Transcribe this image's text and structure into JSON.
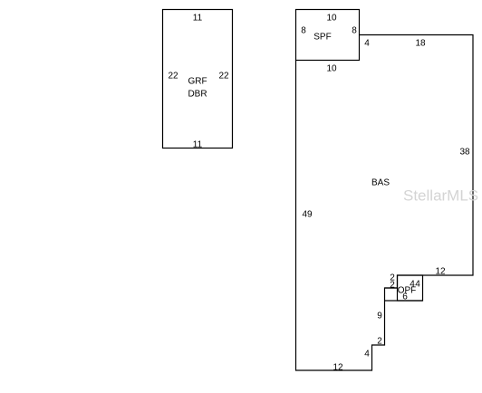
{
  "areas": {
    "grf_top": "GRF",
    "grf_bottom": "DBR",
    "spf": "SPF",
    "bas": "BAS",
    "opf": "OPF"
  },
  "dimensions": {
    "grf_top": "11",
    "grf_left": "22",
    "grf_right": "22",
    "grf_bottom": "11",
    "spf_top": "10",
    "spf_left": "8",
    "spf_right": "8",
    "spf_bottom": "10",
    "bas_step": "4",
    "bas_top": "18",
    "bas_right": "38",
    "bas_left": "49",
    "bas_lower_right": "12",
    "opf_2a": "2",
    "opf_2b": "2",
    "opf_4a": "4",
    "opf_4b": "4",
    "opf_6": "6",
    "bas_9": "9",
    "bas_2": "2",
    "bas_4": "4",
    "bas_bottom": "12"
  },
  "watermark": "StellarMLS"
}
